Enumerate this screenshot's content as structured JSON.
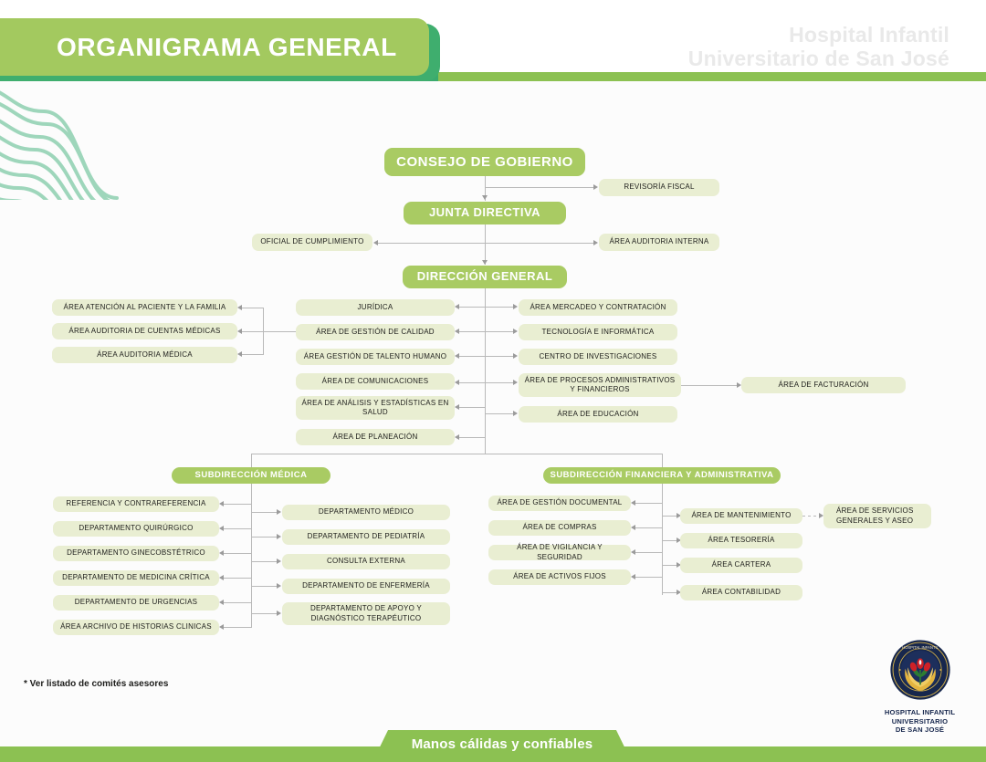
{
  "header": {
    "title": "ORGANIGRAMA GENERAL",
    "brand_line1": "Hospital Infantil",
    "brand_line2": "Universitario de San José"
  },
  "footer": {
    "slogan": "Manos cálidas y confiables",
    "footnote": "* Ver listado de comités asesores",
    "logo_line1": "HOSPITAL INFANTIL",
    "logo_line2": "UNIVERSITARIO",
    "logo_line3": "DE SAN JOSÉ"
  },
  "colors": {
    "accent_green": "#a9cb63",
    "dark_green": "#3fae6e",
    "pale_green": "#e9eed2",
    "bar_green": "#8cc152",
    "line_gray": "#b9b9b9",
    "navy": "#17274d"
  },
  "chart_data": {
    "type": "diagram",
    "title": "ORGANIGRAMA GENERAL",
    "nodes": {
      "consejo": "CONSEJO DE GOBIERNO",
      "revisoria": "REVISORÍA FISCAL",
      "junta": "JUNTA DIRECTIVA",
      "oficial": "OFICIAL DE CUMPLIMIENTO",
      "auditoria_interna": "ÁREA AUDITORIA INTERNA",
      "direccion": "DIRECCIÓN GENERAL",
      "dg_left": [
        "ÁREA ATENCIÓN AL PACIENTE Y LA FAMILIA",
        "ÁREA AUDITORIA DE CUENTAS MÉDICAS",
        "ÁREA AUDITORIA MÉDICA"
      ],
      "dg_mid": [
        "JURÍDICA",
        "ÁREA DE GESTIÓN DE CALIDAD",
        "ÁREA GESTIÓN DE TALENTO HUMANO",
        "ÁREA DE COMUNICACIONES",
        "ÁREA DE ANÁLISIS Y ESTADÍSTICAS EN SALUD",
        "ÁREA DE PLANEACIÓN"
      ],
      "dg_right": [
        "ÁREA MERCADEO Y CONTRATACIÓN",
        "TECNOLOGÍA E INFORMÁTICA",
        "CENTRO DE INVESTIGACIONES",
        "ÁREA DE PROCESOS ADMINISTRATIVOS Y FINANCIEROS",
        "ÁREA DE EDUCACIÓN"
      ],
      "facturacion": "ÁREA DE FACTURACIÓN",
      "sub_medica": "SUBDIRECCIÓN MÉDICA",
      "med_left": [
        "REFERENCIA Y CONTRAREFERENCIA",
        "DEPARTAMENTO QUIRÚRGICO",
        "DEPARTAMENTO GINECOBSTÉTRICO",
        "DEPARTAMENTO DE MEDICINA CRÍTICA",
        "DEPARTAMENTO DE URGENCIAS",
        "ÁREA ARCHIVO DE HISTORIAS CLINICAS"
      ],
      "med_right": [
        "DEPARTAMENTO MÉDICO",
        "DEPARTAMENTO DE PEDIATRÍA",
        "CONSULTA EXTERNA",
        "DEPARTAMENTO DE ENFERMERÍA",
        "DEPARTAMENTO DE APOYO Y DIAGNÓSTICO TERAPÉUTICO"
      ],
      "sub_fin": "SUBDIRECCIÓN FINANCIERA Y ADMINISTRATIVA",
      "fin_left": [
        "ÁREA DE GESTIÓN DOCUMENTAL",
        "ÁREA DE COMPRAS",
        "ÁREA DE VIGILANCIA Y SEGURIDAD",
        "ÁREA DE ACTIVOS FIJOS"
      ],
      "fin_right": [
        "ÁREA DE MANTENIMIENTO",
        "ÁREA TESORERÍA",
        "ÁREA CARTERA",
        "ÁREA CONTABILIDAD"
      ],
      "servicios": "ÁREA DE SERVICIOS GENERALES Y ASEO"
    }
  },
  "org": {
    "consejo": "CONSEJO DE GOBIERNO",
    "revisoria": "REVISORÍA FISCAL",
    "junta": "JUNTA DIRECTIVA",
    "oficial": "OFICIAL DE CUMPLIMIENTO",
    "auditoria_interna": "ÁREA AUDITORIA INTERNA",
    "direccion": "DIRECCIÓN GENERAL",
    "dgl0": "ÁREA ATENCIÓN AL PACIENTE Y LA FAMILIA",
    "dgl1": "ÁREA AUDITORIA DE CUENTAS MÉDICAS",
    "dgl2": "ÁREA AUDITORIA MÉDICA",
    "dgm0": "JURÍDICA",
    "dgm1": "ÁREA DE GESTIÓN DE CALIDAD",
    "dgm2": "ÁREA GESTIÓN DE TALENTO HUMANO",
    "dgm3": "ÁREA DE COMUNICACIONES",
    "dgm4": "ÁREA DE ANÁLISIS Y ESTADÍSTICAS EN SALUD",
    "dgm5": "ÁREA DE PLANEACIÓN",
    "dgr0": "ÁREA MERCADEO Y CONTRATACIÓN",
    "dgr1": "TECNOLOGÍA E INFORMÁTICA",
    "dgr2": "CENTRO DE INVESTIGACIONES",
    "dgr3": "ÁREA DE PROCESOS ADMINISTRATIVOS Y FINANCIEROS",
    "dgr4": "ÁREA DE EDUCACIÓN",
    "facturacion": "ÁREA DE FACTURACIÓN",
    "sub_medica": "SUBDIRECCIÓN MÉDICA",
    "ml0": "REFERENCIA Y CONTRAREFERENCIA",
    "ml1": "DEPARTAMENTO QUIRÚRGICO",
    "ml2": "DEPARTAMENTO GINECOBSTÉTRICO",
    "ml3": "DEPARTAMENTO DE MEDICINA CRÍTICA",
    "ml4": "DEPARTAMENTO DE URGENCIAS",
    "ml5": "ÁREA ARCHIVO DE HISTORIAS CLINICAS",
    "mr0": "DEPARTAMENTO MÉDICO",
    "mr1": "DEPARTAMENTO DE PEDIATRÍA",
    "mr2": "CONSULTA EXTERNA",
    "mr3": "DEPARTAMENTO DE ENFERMERÍA",
    "mr4": "DEPARTAMENTO DE APOYO Y DIAGNÓSTICO TERAPÉUTICO",
    "sub_fin": "SUBDIRECCIÓN FINANCIERA Y ADMINISTRATIVA",
    "fl0": "ÁREA DE GESTIÓN DOCUMENTAL",
    "fl1": "ÁREA DE COMPRAS",
    "fl2": "ÁREA DE VIGILANCIA Y SEGURIDAD",
    "fl3": "ÁREA DE ACTIVOS FIJOS",
    "fr0": "ÁREA DE MANTENIMIENTO",
    "fr1": "ÁREA TESORERÍA",
    "fr2": "ÁREA CARTERA",
    "fr3": "ÁREA CONTABILIDAD",
    "servicios": "ÁREA DE SERVICIOS GENERALES Y ASEO"
  }
}
